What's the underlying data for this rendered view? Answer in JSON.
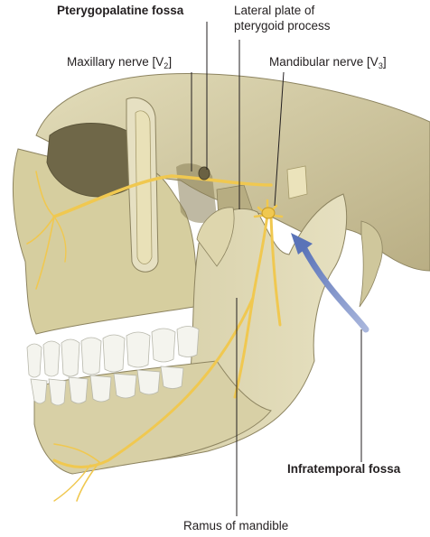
{
  "labels": {
    "pterygopalatine_fossa": "Pterygopalatine fossa",
    "lateral_plate_line1": "Lateral plate of",
    "lateral_plate_line2": "pterygoid process",
    "maxillary_nerve_text": "Maxillary nerve [V",
    "maxillary_nerve_sub": "2",
    "maxillary_nerve_close": "]",
    "mandibular_nerve_text": "Mandibular nerve [V",
    "mandibular_nerve_sub": "3",
    "mandibular_nerve_close": "]",
    "infratemporal_fossa": "Infratemporal fossa",
    "ramus_of_mandible": "Ramus of mandible"
  },
  "colors": {
    "bone": "#d9d2aa",
    "bone_dark": "#b8ae82",
    "bone_shadow": "#9a9068",
    "nerve": "#f0c850",
    "nerve_dark": "#c99a20",
    "arrow": "#7e93c8",
    "tooth": "#f4f4ee",
    "leader": "#231f20"
  }
}
